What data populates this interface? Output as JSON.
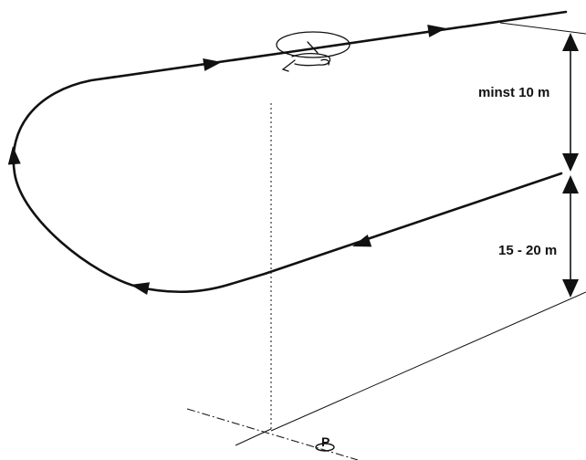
{
  "labels": {
    "upper_distance": "minst 10 m",
    "lower_distance": "15 - 20 m",
    "point_marker": "P"
  },
  "icons": {
    "aircraft": "helicopter-icon",
    "direction": "arrowhead-icon",
    "dimension": "double-headed-arrow-icon"
  },
  "colors": {
    "stroke": "#111111",
    "background": "#ffffff"
  }
}
